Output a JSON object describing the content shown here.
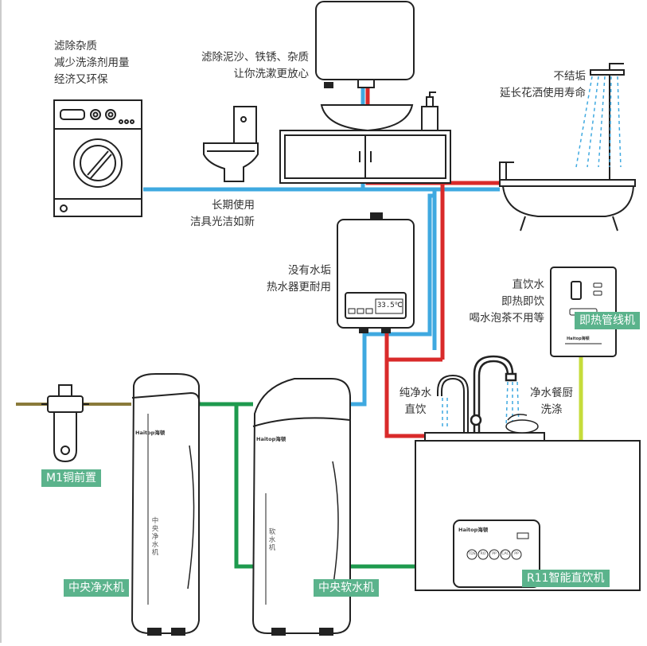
{
  "captions": {
    "washer": [
      "滤除杂质",
      "减少洗涤剂用量",
      "经济又环保"
    ],
    "basin": [
      "滤除泥沙、铁锈、杂质",
      "让你洗漱更放心"
    ],
    "shower": [
      "不结垢",
      "延长花洒使用寿命"
    ],
    "toilet": [
      "长期使用",
      "洁具光洁如新"
    ],
    "heater": [
      "没有水垢",
      "热水器更耐用"
    ],
    "hot_drink": [
      "直饮水",
      "即热即饮",
      "喝水泡茶不用等"
    ],
    "pure_tap": [
      "纯净水",
      "直饮"
    ],
    "kitchen_tap": [
      "净水餐厨",
      "洗涤"
    ]
  },
  "tags": {
    "prefilter": "M1铜前置",
    "central_purifier": "中央净水机",
    "central_softener": "中央软水机",
    "pipeline_machine": "即热管线机",
    "r11": "R11智能直饮机"
  },
  "device_text": {
    "purifier_brand": "Haitop海顿",
    "softener_brand": "Haitop海顿",
    "r11_brand": "Haitop海顿",
    "purifier_vertical": "中央净水机",
    "softener_vertical": "软水机",
    "heater_display": "33.5℃",
    "r11_buttons": [
      "TDS",
      "RO",
      "PP",
      "CAC",
      "PP"
    ],
    "pipeline_brand": "Haitop海顿"
  },
  "colors": {
    "cold_pipe": "#3fa9e0",
    "hot_pipe": "#d92a2a",
    "soft_pipe": "#1e9a4e",
    "drink_pipe": "#c6dc3a",
    "inlet_pipe": "#8a7a3a",
    "tag_bg": "#5bb38c",
    "outline": "#222222"
  }
}
